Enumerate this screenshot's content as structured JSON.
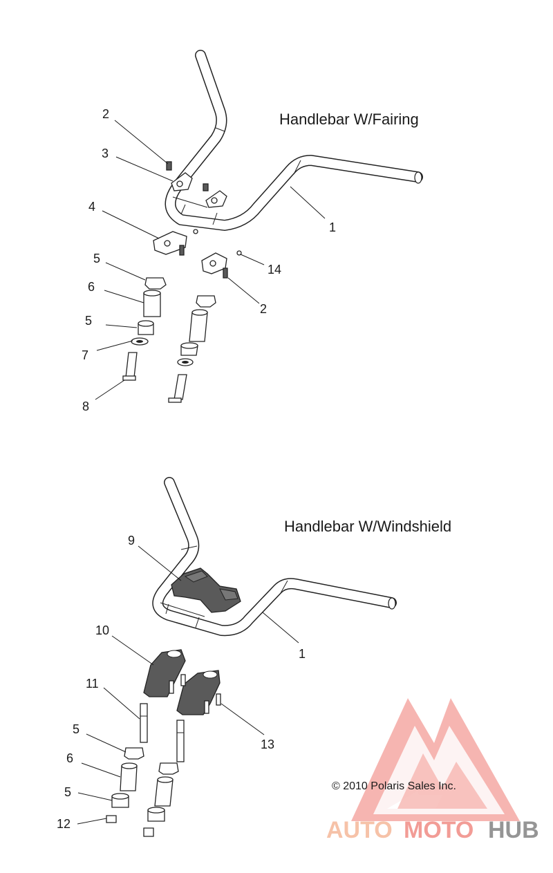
{
  "diagram": {
    "title_fairing": "Handlebar W/Fairing",
    "title_windshield": "Handlebar W/Windshield",
    "copyright": "© 2010 Polaris Sales Inc.",
    "callouts_fairing": [
      "2",
      "3",
      "4",
      "5",
      "6",
      "5",
      "7",
      "8",
      "1",
      "14",
      "2"
    ],
    "callouts_windshield": [
      "9",
      "10",
      "11",
      "5",
      "6",
      "5",
      "12",
      "1",
      "13"
    ]
  },
  "watermark": {
    "part1": "AUTO",
    "part2": "MOTO",
    "part3": "HUB",
    "colors": {
      "auto": "#f5b89a",
      "moto": "#f08b84",
      "hub": "#8a8a8a",
      "logo": "#f07a72"
    }
  }
}
